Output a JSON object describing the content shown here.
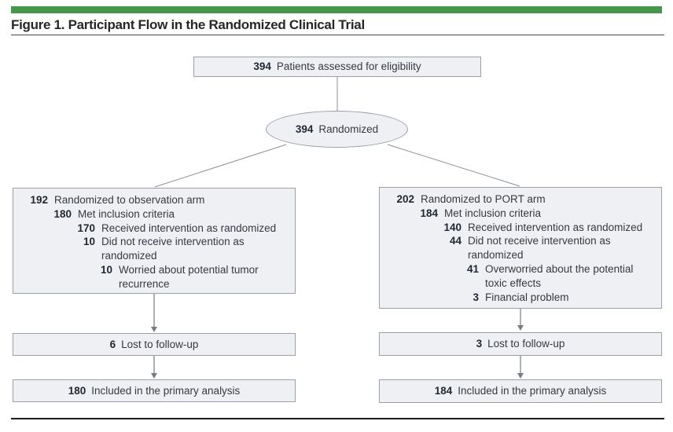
{
  "title": "Figure 1. Participant Flow in the Randomized Clinical Trial",
  "colors": {
    "accent_green": "#43984a",
    "box_fill": "#eef0f4",
    "box_border": "#9b9fa8",
    "connector_gray": "#8b9199"
  },
  "flow": {
    "eligibility": {
      "n": "394",
      "label": "Patients assessed for eligibility"
    },
    "randomized": {
      "n": "394",
      "label": "Randomized"
    },
    "arms": [
      {
        "name": "observation",
        "lines": [
          {
            "n": "192",
            "text": "Randomized to observation arm"
          },
          {
            "n": "180",
            "text": "Met inclusion criteria"
          },
          {
            "n": "170",
            "text": "Received intervention as randomized"
          },
          {
            "n": "10",
            "text": "Did not receive intervention as randomized"
          },
          {
            "n": "10",
            "text": "Worried about potential tumor recurrence"
          }
        ],
        "lost": {
          "n": "6",
          "label": "Lost to follow-up"
        },
        "included": {
          "n": "180",
          "label": "Included in the primary analysis"
        }
      },
      {
        "name": "port",
        "lines": [
          {
            "n": "202",
            "text": "Randomized to PORT arm"
          },
          {
            "n": "184",
            "text": "Met inclusion criteria"
          },
          {
            "n": "140",
            "text": "Received intervention as randomized"
          },
          {
            "n": "44",
            "text": "Did not receive intervention as randomized"
          },
          {
            "n": "41",
            "text": "Overworried about the potential toxic effects"
          },
          {
            "n": "3",
            "text": "Financial problem"
          }
        ],
        "lost": {
          "n": "3",
          "label": "Lost to follow-up"
        },
        "included": {
          "n": "184",
          "label": "Included in the primary analysis"
        }
      }
    ]
  }
}
